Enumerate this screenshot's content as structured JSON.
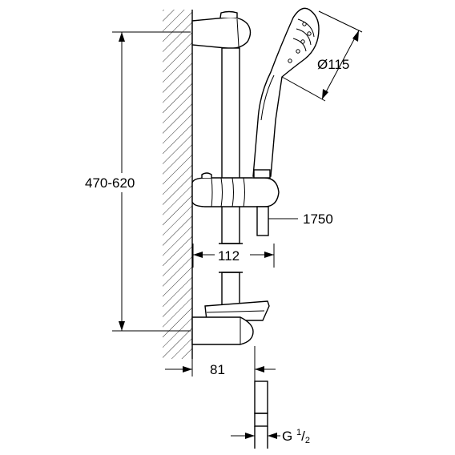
{
  "dimensions": {
    "height_range": "470-620",
    "head_diameter": "Ø115",
    "hose_length": "1750",
    "bar_offset": "112",
    "wall_offset": "81",
    "thread": {
      "prefix": "G ",
      "numerator": "1",
      "separator": "/",
      "denominator": "2"
    }
  }
}
